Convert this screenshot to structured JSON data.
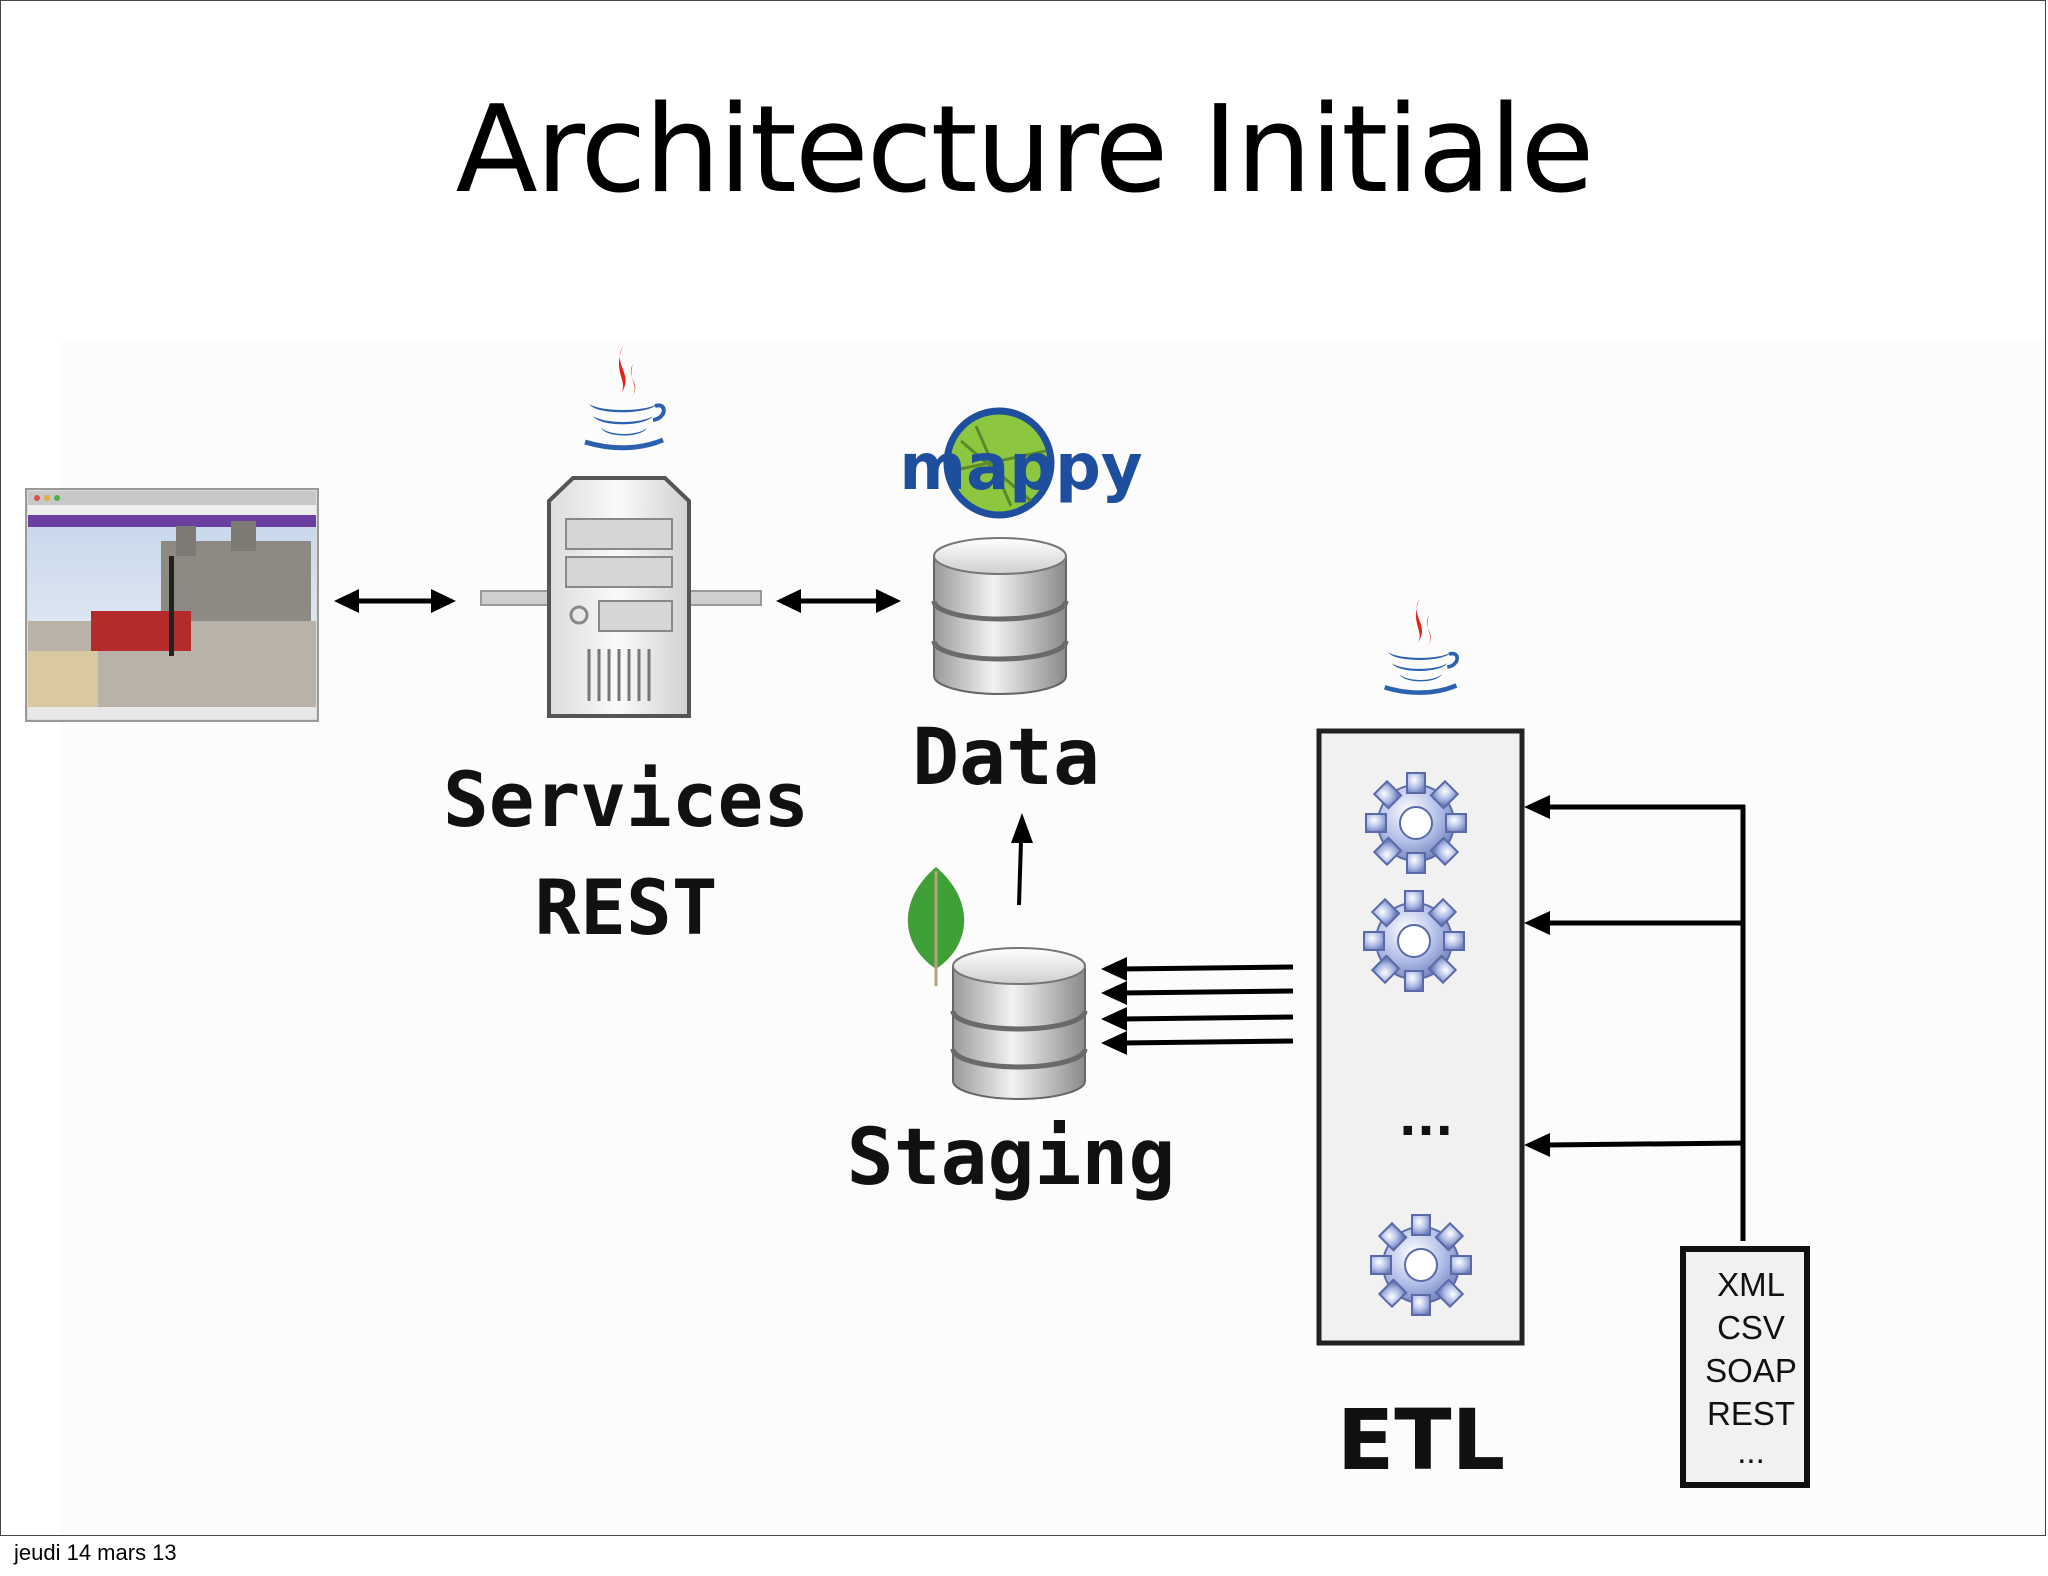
{
  "slide": {
    "title": "Architecture Initiale",
    "footer_date": "jeudi 14 mars 13"
  },
  "nodes": {
    "services_line1": "Services",
    "services_line2": "REST",
    "data_label": "Data",
    "staging_label": "Staging",
    "etl_label": "ETL",
    "etl_ellipsis": "...",
    "mappy_logo": "mappy"
  },
  "sources": {
    "items": [
      "XML",
      "CSV",
      "SOAP",
      "REST",
      "..."
    ]
  },
  "icons": {
    "browser": "browser-screenshot-icon",
    "java": "java-cup-icon",
    "server": "server-icon",
    "database": "database-icon",
    "mongodb": "mongodb-leaf-icon",
    "gear": "gear-icon"
  },
  "colors": {
    "java_red": "#e2231a",
    "java_blue": "#2b62b0",
    "mappy_green": "#8dc63f",
    "mongo_green": "#3fa037",
    "gear_blue": "#8fa2d8"
  }
}
